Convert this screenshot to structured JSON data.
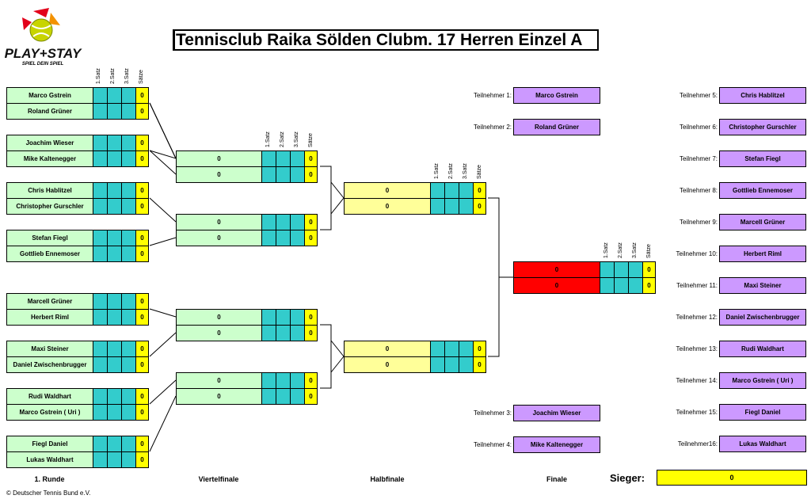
{
  "title": "Tennisclub Raika Sölden Clubm. 17 Herren Einzel A",
  "logo": {
    "brand": "PLAY+STAY",
    "slogan": "SPIEL DEIN SPIEL"
  },
  "headers": {
    "set1": "1.Satz",
    "set2": "2.Satz",
    "set3": "3.Satz",
    "sets": "Sätze"
  },
  "round1": [
    "Marco Gstrein",
    "Roland Grüner",
    "Joachim Wieser",
    "Mike Kaltenegger",
    "Chris Hablitzel",
    "Christopher Gurschler",
    "Stefan Fiegl",
    "Gottlieb Ennemoser",
    "Marcell Grüner",
    "Herbert Riml",
    "Maxi Steiner",
    "Daniel Zwischenbrugger",
    "Rudi Waldhart",
    "Marco Gstrein ( Uri )",
    "Fiegl Daniel",
    "Lukas Waldhart"
  ],
  "round1_scores": [
    "0",
    "0",
    "0",
    "0",
    "0",
    "0",
    "0",
    "0",
    "0",
    "0",
    "0",
    "0",
    "0",
    "0",
    "0",
    "0"
  ],
  "quarter": [
    "0",
    "0",
    "0",
    "0",
    "0",
    "0",
    "0",
    "0"
  ],
  "quarter_scores": [
    "0",
    "0",
    "0",
    "0",
    "0",
    "0",
    "0",
    "0"
  ],
  "semi": [
    "0",
    "0",
    "0",
    "0"
  ],
  "semi_scores": [
    "0",
    "0",
    "0",
    "0"
  ],
  "final": [
    "0",
    "0"
  ],
  "final_scores": [
    "0",
    "0"
  ],
  "participants": [
    {
      "label": "Teilnehmer 1:",
      "name": "Marco Gstrein"
    },
    {
      "label": "Teilnehmer 2:",
      "name": "Roland Grüner"
    },
    {
      "label": "Teilnehmer 3:",
      "name": "Joachim Wieser"
    },
    {
      "label": "Teilnehmer 4:",
      "name": "Mike Kaltenegger"
    },
    {
      "label": "Teilnehmer 5:",
      "name": "Chris Hablitzel"
    },
    {
      "label": "Teilnehmer 6:",
      "name": "Christopher Gurschler"
    },
    {
      "label": "Teilnehmer 7:",
      "name": "Stefan Fiegl"
    },
    {
      "label": "Teilnehmer 8:",
      "name": "Gottlieb Ennemoser"
    },
    {
      "label": "Teilnehmer 9:",
      "name": "Marcell Grüner"
    },
    {
      "label": "Teilnehmer 10:",
      "name": "Herbert Riml"
    },
    {
      "label": "Teilnehmer 11:",
      "name": "Maxi Steiner"
    },
    {
      "label": "Teilnehmer 12:",
      "name": "Daniel Zwischenbrugger"
    },
    {
      "label": "Teilnehmer 13:",
      "name": "Rudi Waldhart"
    },
    {
      "label": "Teilnehmer 14:",
      "name": "Marco Gstrein ( Uri )"
    },
    {
      "label": "Teilnehmer 15:",
      "name": "Fiegl Daniel"
    },
    {
      "label": "Teilnehmer16:",
      "name": "Lukas Waldhart"
    }
  ],
  "round_labels": {
    "r1": "1. Runde",
    "qf": "Viertelfinale",
    "sf": "Halbfinale",
    "f": "Finale"
  },
  "winner": {
    "label": "Sieger:",
    "value": "0"
  },
  "copyright": "© Deutscher Tennis Bund e.V."
}
